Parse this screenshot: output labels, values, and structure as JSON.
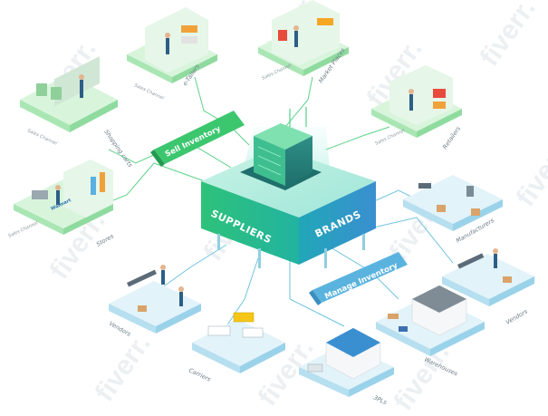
{
  "center": {
    "left_label": "SUPPLIERS",
    "right_label": "BRANDS"
  },
  "ribbons": {
    "sell": "Sell Inventory",
    "manage": "Manage Inventory"
  },
  "nodes": {
    "shopping_carts": {
      "channel": "Sales Channel",
      "name": "Shopping carts"
    },
    "etailers": {
      "channel": "Sales Channel",
      "name": "e-Tailers"
    },
    "marketplaces": {
      "channel": "Sales Channel",
      "name": "Market Places"
    },
    "retailers": {
      "channel": "Sales Channel",
      "name": "Retailers"
    },
    "stores": {
      "channel": "Sales Channel",
      "name": "Stores",
      "sign": "Walmart"
    },
    "manufacturers": {
      "name": "Manufacturers"
    },
    "vendors_right": {
      "name": "Vendors"
    },
    "warehouses": {
      "name": "Warehouses"
    },
    "3pls": {
      "name": "3PLs"
    },
    "carriers": {
      "name": "Carriers"
    },
    "vendors_left": {
      "name": "Vendors"
    }
  },
  "watermark": "fiverr.",
  "colors": {
    "green": "#2fbf6a",
    "green_light": "#c9efcf",
    "blue": "#5fb8d8",
    "blue_light": "#d6eef6",
    "teal_box": "#2a9d8f"
  }
}
